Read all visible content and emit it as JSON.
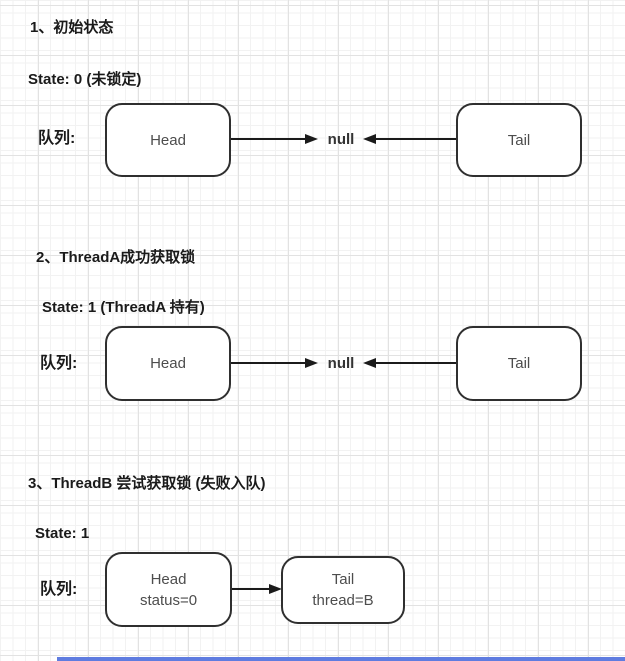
{
  "colors": {
    "grid_minor": "#f2f2f2",
    "grid_major": "#e2e2e2",
    "heading_text": "#1a1a1a",
    "node_border": "#2f2f2f",
    "node_text": "#4d4d4d",
    "null_text": "#333333",
    "arrow": "#1b1b1b",
    "bottom_bar": "#5f7ce0"
  },
  "sections": [
    {
      "title": "1、初始状态",
      "state": "State: 0 (未锁定)",
      "queue_label": "队列:",
      "head": {
        "line1": "Head"
      },
      "tail": {
        "line1": "Tail"
      },
      "null_label": "null"
    },
    {
      "title": "2、ThreadA成功获取锁",
      "state": "State: 1 (ThreadA 持有)",
      "queue_label": "队列:",
      "head": {
        "line1": "Head"
      },
      "tail": {
        "line1": "Tail"
      },
      "null_label": "null"
    },
    {
      "title": "3、ThreadB 尝试获取锁 (失败入队)",
      "state": "State: 1",
      "queue_label": "队列:",
      "head": {
        "line1": "Head",
        "line2": "status=0"
      },
      "tail": {
        "line1": "Tail",
        "line2": "thread=B"
      }
    }
  ]
}
